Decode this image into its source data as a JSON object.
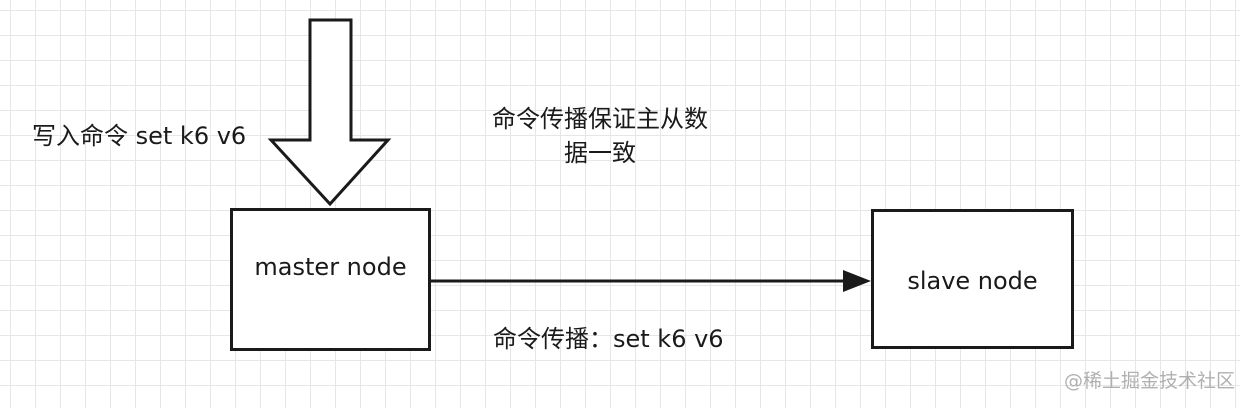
{
  "write_command_label": "写入命令 set k6 v6",
  "propagation_note_line1": "命令传播保证主从数",
  "propagation_note_line2": "据一致",
  "master_node_label": "master node",
  "slave_node_label": "slave node",
  "propagation_label": "命令传播：set k6 v6",
  "watermark": "@稀土掘金技术社区",
  "colors": {
    "stroke": "#1a1a1a",
    "grid": "#e6e6e6",
    "watermark": "#b0b0b0"
  },
  "icons": {
    "write_arrow": "down-arrow-icon",
    "propagation_arrow": "right-arrow-icon"
  }
}
